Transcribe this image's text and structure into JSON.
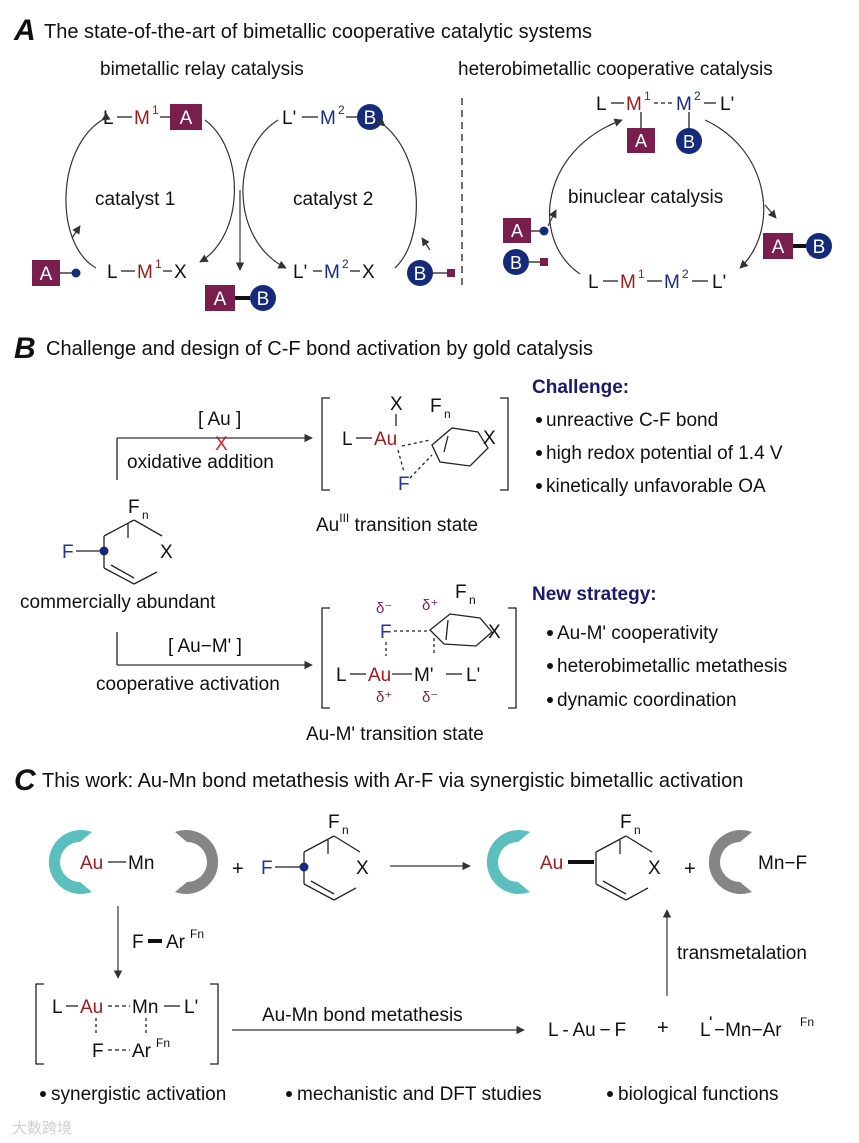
{
  "colors": {
    "box_a": "#7a1f4d",
    "circle_b": "#152a7a",
    "metal_red": "#a01a1a",
    "metal_navy": "#1a2a8a",
    "pac_teal": "#5bbfbd",
    "pac_gray": "#858585",
    "heading": "#1a1a6e"
  },
  "a": {
    "letter": "A",
    "title": "The state-of-the-art of bimetallic cooperative catalytic systems",
    "relay_title": "bimetallic relay catalysis",
    "hetero_title": "heterobimetallic cooperative catalysis",
    "catalyst1": "catalyst 1",
    "catalyst2": "catalyst 2",
    "binuclear": "binuclear catalysis",
    "L": "L",
    "Lp": "L'",
    "M": "M",
    "sup1": "1",
    "sup2": "2",
    "X": "X",
    "A": "A",
    "B": "B"
  },
  "b": {
    "letter": "B",
    "title": "Challenge and design of C-F bond activation by gold catalysis",
    "au_label": "[ Au ]",
    "oa_label": "oxidative addition",
    "cross": "X",
    "au_ts_prefix": "Au",
    "au_ts_sup": "III",
    "au_ts_suffix": " transition state",
    "commercial": "commercially abundant",
    "aum_label": "[ Au−M' ]",
    "coop_label": "cooperative activation",
    "aum_ts": "Au-M'  transition state",
    "challenge_head": "Challenge:",
    "challenges": [
      "unreactive C-F bond",
      "high redox potential of 1.4 V",
      "kinetically unfavorable OA"
    ],
    "strategy_head": "New strategy:",
    "strategies": [
      "Au-M' cooperativity",
      "heterobimetallic metathesis",
      "dynamic coordination"
    ],
    "F": "F",
    "Fn": "F",
    "n": "n",
    "X": "X",
    "L": "L",
    "Lp": "L'",
    "Au": "Au",
    "Mp": "M'",
    "delta_minus": "δ⁻",
    "delta_plus": "δ⁺"
  },
  "c": {
    "letter": "C",
    "title": "This work: Au-Mn bond metathesis with Ar-F via synergistic bimetallic activation",
    "Au": "Au",
    "Mn": "Mn",
    "plus": "+",
    "F": "F",
    "X": "X",
    "n": "n",
    "L": "L",
    "Lp": "L'",
    "ar": "Ar",
    "fn_sup": "Fn",
    "mnf": "Mn−F",
    "metathesis": "Au-Mn bond metathesis",
    "transmetal": "transmetalation",
    "laf": "L - Au − F",
    "lmn": "−Mn−Ar",
    "bullets": [
      "synergistic activation",
      "mechanistic and DFT studies",
      "biological functions"
    ]
  },
  "watermark": "大数跨境"
}
